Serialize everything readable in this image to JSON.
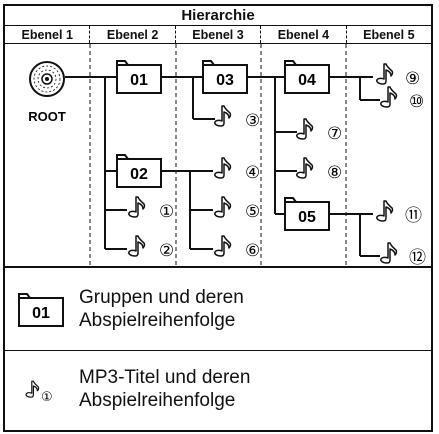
{
  "title": "Hierarchie",
  "levels": [
    "Ebenel 1",
    "Ebenel 2",
    "Ebenel 3",
    "Ebenel 4",
    "Ebenel 5"
  ],
  "root": {
    "label": "ROOT"
  },
  "folders": [
    "01",
    "02",
    "03",
    "04",
    "05"
  ],
  "tracks": [
    "③",
    "④",
    "⑤",
    "⑥",
    "①",
    "②",
    "⑦",
    "⑧",
    "⑨",
    "⑩",
    "⑪",
    "⑫"
  ],
  "legend": {
    "folder_icon_label": "01",
    "folder_text_line1": "Gruppen und deren",
    "folder_text_line2": "Abspielreihenfolge",
    "track_icon_label": "①",
    "track_text_line1": "MP3-Titel und deren",
    "track_text_line2": "Abspielreihenfolge"
  },
  "colors": {
    "line": "#111111",
    "background": "#ffffff"
  }
}
